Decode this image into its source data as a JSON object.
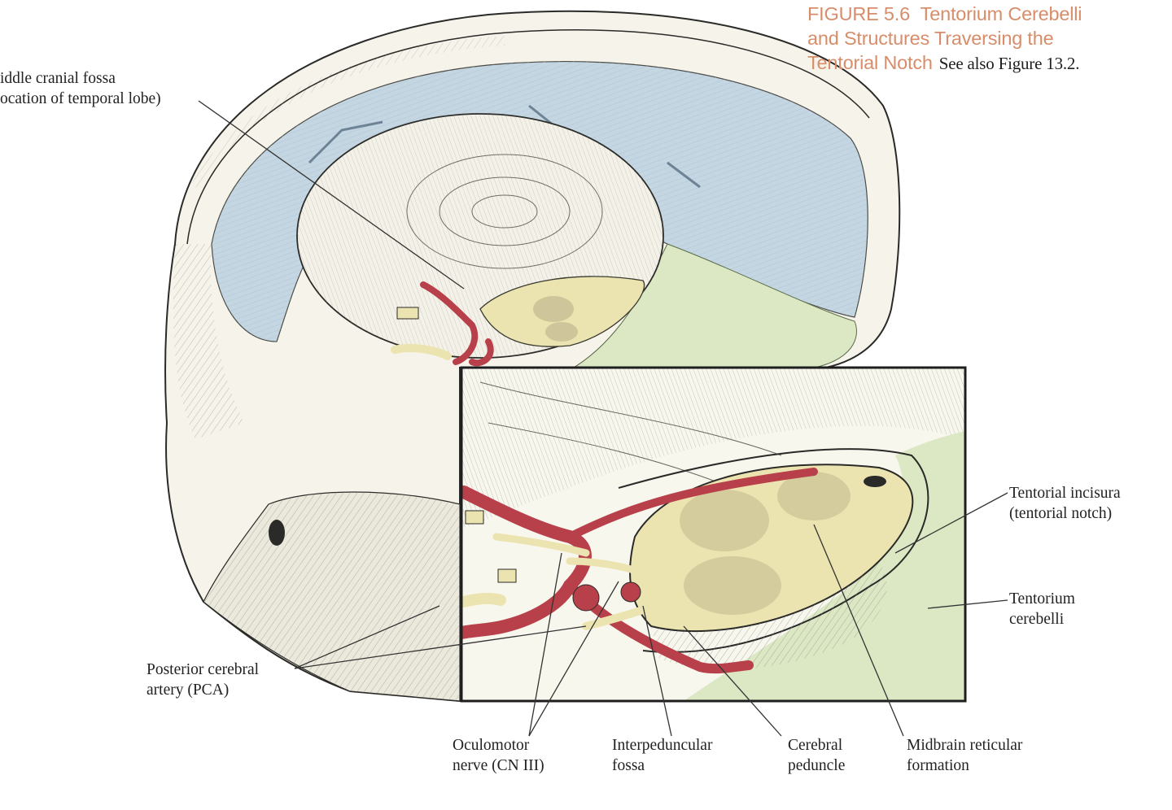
{
  "figure": {
    "caption_number": "FIGURE 5.6",
    "caption_title_line1": "Tentorium Cerebelli",
    "caption_title_line2": "and Structures Traversing the",
    "caption_title_line3": "Tentorial Notch",
    "caption_see_also": "See also Figure 13.2."
  },
  "labels": {
    "middle_fossa": [
      "iddle cranial fossa",
      "ocation of temporal lobe)"
    ],
    "pca": [
      "Posterior cerebral",
      "artery (PCA)"
    ],
    "oculomotor": [
      "Oculomotor",
      "nerve (CN III)"
    ],
    "interpeduncular": [
      "Interpeduncular",
      "fossa"
    ],
    "cerebral_peduncle": [
      "Cerebral",
      "peduncle"
    ],
    "midbrain_rf": [
      "Midbrain reticular",
      "formation"
    ],
    "tentorial_incisura": [
      "Tentorial incisura",
      "(tentorial notch)"
    ],
    "tentorium": [
      "Tentorium",
      "cerebelli"
    ]
  },
  "colors": {
    "dura_blue": "#c4d6e2",
    "tentorium_green": "#dce8c4",
    "artery_red": "#b8404a",
    "midbrain_yellow": "#ece4b0",
    "bone": "#f6f4ea",
    "caption_orange": "#d88d6a"
  }
}
